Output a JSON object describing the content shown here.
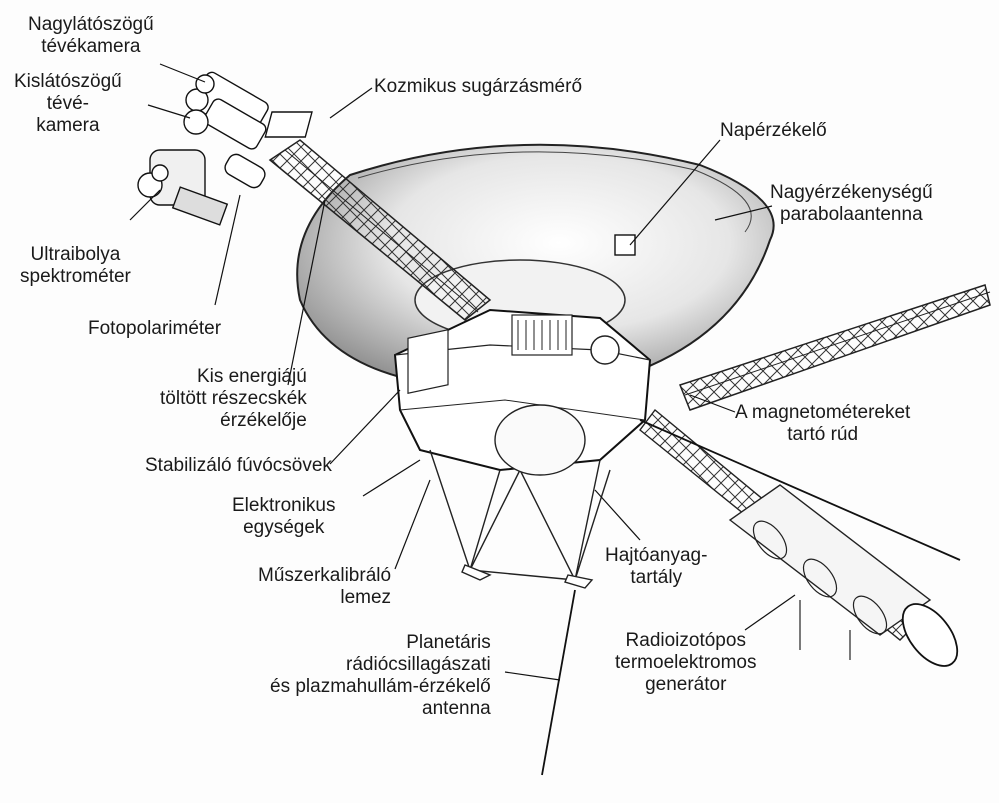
{
  "labels": {
    "wide_camera": [
      "Nagylátószögű",
      "tévékamera"
    ],
    "narrow_camera": [
      "Kislátószögű",
      "tévé-",
      "kamera"
    ],
    "cosmic_ray": [
      "Kozmikus sugárzásmérő"
    ],
    "sun_sensor": [
      "Napérzékelő"
    ],
    "hga": [
      "Nagyérzékenységű",
      "parabolaantenna"
    ],
    "uvs": [
      "Ultraibolya",
      "spektrométer"
    ],
    "ppl": [
      "Fotopolariméter"
    ],
    "lecp": [
      "Kis energiájú",
      "töltött részecskék",
      "érzékelője"
    ],
    "mag_boom": [
      "A magnetométereket",
      "tartó rúd"
    ],
    "thrusters": [
      "Stabilizáló fúvócsövek"
    ],
    "electronics": [
      "Elektronikus",
      "egységek"
    ],
    "tank": [
      "Hajtóanyag-",
      "tartály"
    ],
    "cal_plate": [
      "Műszerkalibráló",
      "lemez"
    ],
    "pra": [
      "Planetáris",
      "rádiócsillagászati",
      "és plazmahullám-érzékelő",
      "antenna"
    ],
    "rtg": [
      "Radioizotópos",
      "termoelektromos",
      "generátor"
    ]
  }
}
